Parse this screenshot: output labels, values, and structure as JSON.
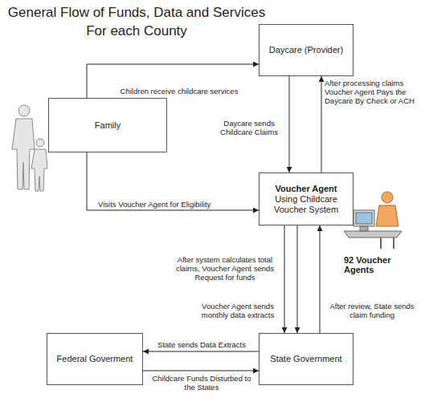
{
  "diagram": {
    "title": "General Flow of Funds, Data and Services For each County",
    "nodes": [
      {
        "text": [
          "Daycare (Provider)"
        ]
      },
      {
        "text": [
          "Family"
        ]
      },
      {
        "text": [
          "Voucher Agent",
          "Using Childcare Voucher System"
        ]
      },
      {
        "text": [
          "Federal Goverment"
        ]
      },
      {
        "text": [
          "State Government"
        ]
      }
    ],
    "edges": [
      {
        "from": 1,
        "to": 0,
        "label": "Children receive childcare services",
        "arrow": "to"
      },
      {
        "from": 0,
        "to": 2,
        "label": "Daycare sends Childcare Claims",
        "arrow": "to"
      },
      {
        "from": 2,
        "to": 0,
        "label": "After processing claims Voucher Agent Pays the Daycare By Check or ACH",
        "arrow": "to"
      },
      {
        "from": 1,
        "to": 2,
        "label": "Visits Voucher Agent for Eligibility",
        "arrow": "to"
      },
      {
        "from": 2,
        "to": 4,
        "label": "After system calculates total claims, Voucher Agent sends Request for funds",
        "arrow": "to"
      },
      {
        "from": 2,
        "to": 4,
        "label": "Voucher Agent sends monthly data extracts",
        "arrow": "to"
      },
      {
        "from": 4,
        "to": 2,
        "label": "After review, State sends claim funding",
        "arrow": "to"
      },
      {
        "from": 4,
        "to": 3,
        "label": "State sends Data Extracts",
        "arrow": "to"
      },
      {
        "from": 3,
        "to": 4,
        "label": "Childcare Funds Disturbed to the States",
        "arrow": "to"
      }
    ],
    "labels": [
      "92 Voucher Agents"
    ]
  }
}
